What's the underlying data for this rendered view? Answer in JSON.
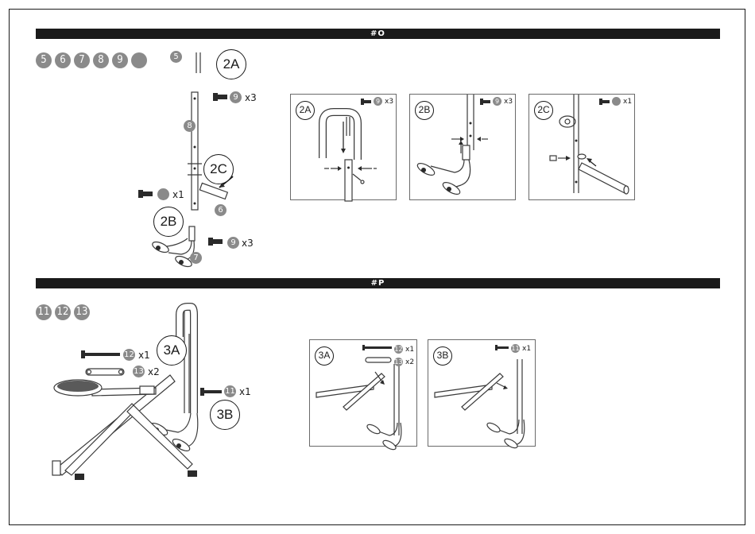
{
  "steps": [
    {
      "title": "#O",
      "parts": [
        "5",
        "6",
        "7",
        "8",
        "9",
        ""
      ],
      "labels": {
        "a": "2A",
        "b": "2B",
        "c": "2C"
      },
      "part_numbers": {
        "handle": "5",
        "upright": "8",
        "pin": "6",
        "footrest": "7",
        "bolt": "9"
      },
      "qty": {
        "a": "x3",
        "b": "x3",
        "c": "x1"
      },
      "panels": [
        {
          "label": "2A",
          "part": "9",
          "qty": "x3"
        },
        {
          "label": "2B",
          "part": "9",
          "qty": "x3"
        },
        {
          "label": "2C",
          "part": "",
          "qty": "x1"
        }
      ]
    },
    {
      "title": "#P",
      "parts": [
        "11",
        "12",
        "13"
      ],
      "labels": {
        "a": "3A",
        "b": "3B"
      },
      "part_numbers": {
        "bolt_long": "12",
        "link": "13",
        "bolt_short": "11"
      },
      "qty": {
        "long": "x1",
        "link": "x2",
        "short": "x1"
      },
      "panels": [
        {
          "label": "3A",
          "part1": "12",
          "qty1": "x1",
          "part2": "13",
          "qty2": "x2"
        },
        {
          "label": "3B",
          "part": "11",
          "qty": "x1"
        }
      ]
    }
  ]
}
